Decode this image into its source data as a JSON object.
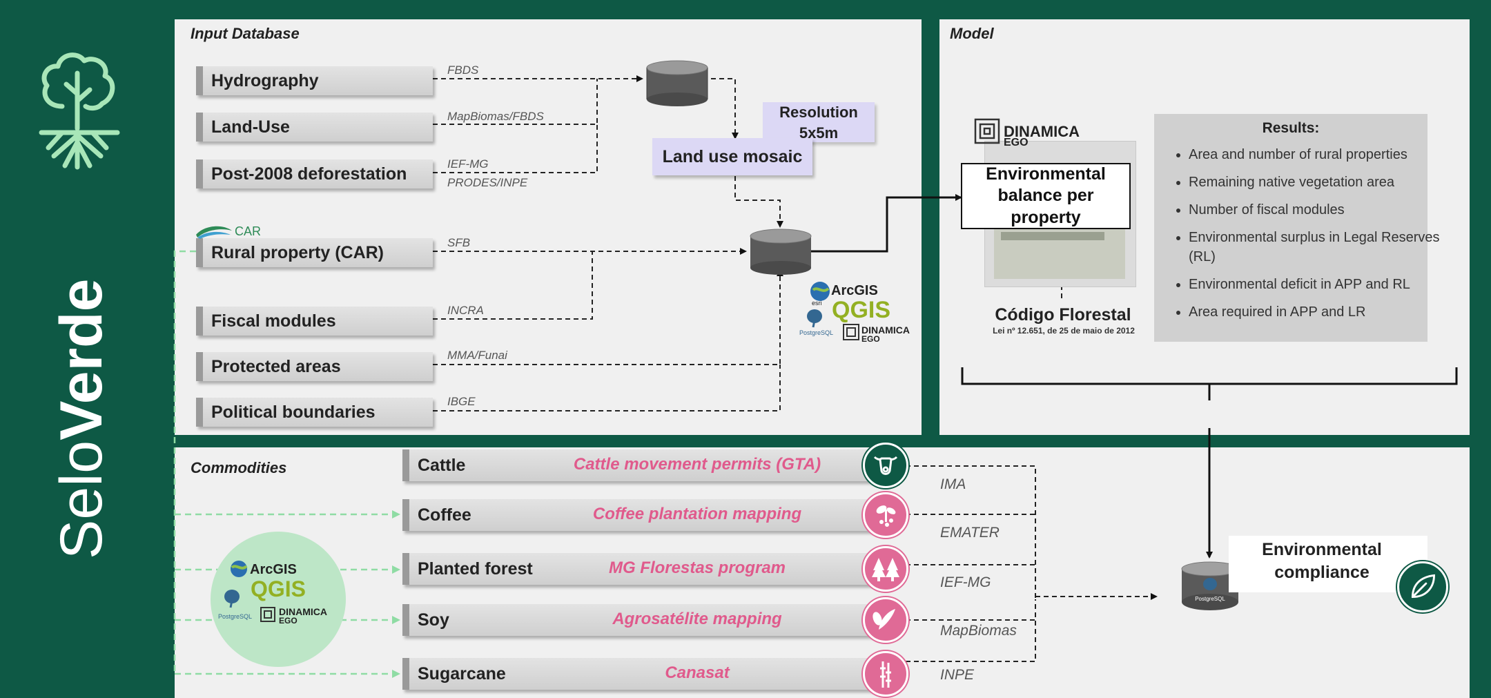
{
  "brand": {
    "prefix": "Selo",
    "suffix": "Verde"
  },
  "panels": {
    "input_title": "Input Database",
    "model_title": "Model",
    "commodities_title": "Commodities"
  },
  "inputs": [
    {
      "label": "Hydrography",
      "source": "FBDS"
    },
    {
      "label": "Land-Use",
      "source": "MapBiomas/FBDS"
    },
    {
      "label": "Post-2008 deforestation",
      "source": "IEF-MG",
      "source2": "PRODES/INPE"
    },
    {
      "label": "Rural property  (CAR)",
      "source": "SFB"
    },
    {
      "label": "Fiscal modules",
      "source": "INCRA"
    },
    {
      "label": "Protected areas",
      "source": "MMA/Funai"
    },
    {
      "label": "Political boundaries",
      "source": "IBGE"
    }
  ],
  "car_logo": "CAR",
  "resolution": {
    "line1": "Resolution",
    "line2": "5x5m"
  },
  "mosaic": "Land use mosaic",
  "software": {
    "arcgis": "ArcGIS",
    "esri": "esri",
    "qgis": "QGIS",
    "postgres": "PostgreSQL",
    "dinamica": "DINAMICA",
    "ego": "EGO"
  },
  "model": {
    "env_balance": "Environmental balance per property",
    "codigo_title": "Código Florestal",
    "codigo_sub": "Lei nº 12.651, de 25 de maio de 2012",
    "results_title": "Results:",
    "results": [
      "Area and number of rural properties",
      "Remaining native vegetation area",
      "Number  of fiscal modules",
      "Environmental surplus in Legal Reserves (RL)",
      "Environmental deficit in APP and RL",
      "Area required in APP and LR"
    ]
  },
  "commodities": [
    {
      "label": "Cattle",
      "program": "Cattle movement permits (GTA)",
      "agency": "IMA",
      "icon": "cow-icon"
    },
    {
      "label": "Coffee",
      "program": "Coffee plantation mapping",
      "agency": "EMATER",
      "icon": "coffee-plant-icon"
    },
    {
      "label": "Planted forest",
      "program": "MG Florestas program",
      "agency": "IEF-MG",
      "icon": "pine-trees-icon"
    },
    {
      "label": "Soy",
      "program": "Agrosatélite mapping",
      "agency": "MapBiomas",
      "icon": "soy-plant-icon"
    },
    {
      "label": "Sugarcane",
      "program": "Canasat",
      "agency": "INPE",
      "icon": "sugarcane-icon"
    }
  ],
  "compliance": "Environmental compliance",
  "colors": {
    "brand_green": "#0e5945",
    "pink": "#e06a96",
    "light_green": "#a8e6b8",
    "lavender": "#dcd8f5"
  }
}
